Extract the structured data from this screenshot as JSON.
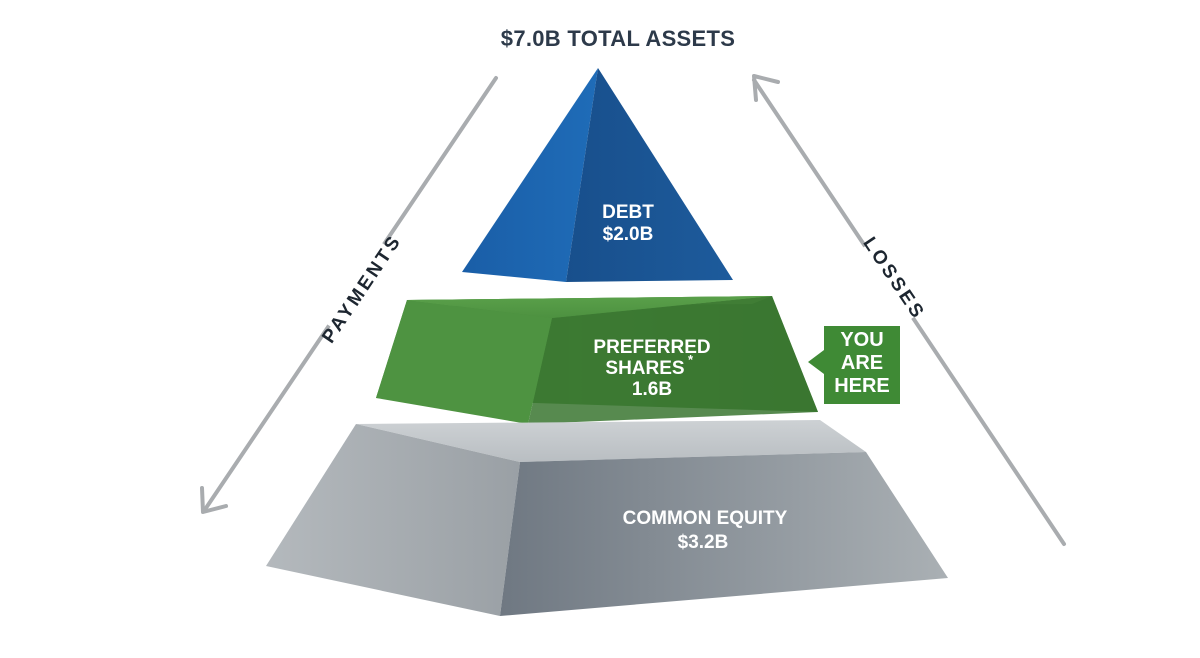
{
  "title": "$7.0B TOTAL ASSETS",
  "tiers": {
    "debt": {
      "label": "DEBT",
      "value": "$2.0B"
    },
    "preferred": {
      "label_line1": "PREFERRED",
      "label_line2": "SHARES",
      "footnote_mark": "*",
      "value": "1.6B"
    },
    "common": {
      "label": "COMMON EQUITY",
      "value": "$3.2B"
    }
  },
  "arrows": {
    "left_label": "PAYMENTS",
    "right_label": "LOSSES"
  },
  "callout": {
    "line1": "YOU",
    "line2": "ARE",
    "line3": "HERE"
  },
  "colors": {
    "debt": "#1f5d9e",
    "preferred": "#4a8a3c",
    "common": "#8e959c",
    "callout": "#3f8a35",
    "arrow": "#a9acaf",
    "title": "#2d3a4a"
  },
  "icons": {
    "arrow_left": "arrow-down-left-icon",
    "arrow_right": "arrow-up-right-icon"
  }
}
